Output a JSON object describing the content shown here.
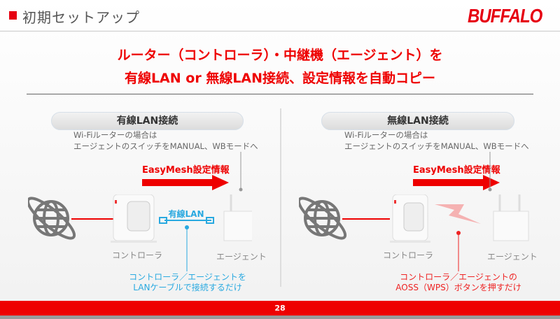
{
  "header": {
    "title": "初期セットアップ",
    "logo": "BUFFALO"
  },
  "headline": [
    "ルーター（コントローラ）・中継機（エージェント）を",
    "有線LAN or 無線LAN接続、設定情報を自動コピー"
  ],
  "wired": {
    "title": "有線LAN接続",
    "note": [
      "Wi-Fiルーターの場合は",
      "エージェントのスイッチをMANUAL、WBモードへ"
    ],
    "flow": "EasyMesh設定情報",
    "cable": "有線LAN",
    "controller": "コントローラ",
    "agent": "エージェント",
    "caption": [
      "コントローラ／エージェントを",
      "LANケーブルで接続するだけ"
    ]
  },
  "wireless": {
    "title": "無線LAN接続",
    "note": [
      "Wi-Fiルーターの場合は",
      "エージェントのスイッチをMANUAL、WBモードへ"
    ],
    "flow": "EasyMesh設定情報",
    "controller": "コントローラ",
    "agent": "エージェント",
    "caption": [
      "コントローラ／エージェントの",
      "AOSS（WPS）ボタンを押すだけ"
    ]
  },
  "footer": {
    "page": "28"
  },
  "colors": {
    "brand": "#e60012",
    "cable": "#29a9e0"
  }
}
